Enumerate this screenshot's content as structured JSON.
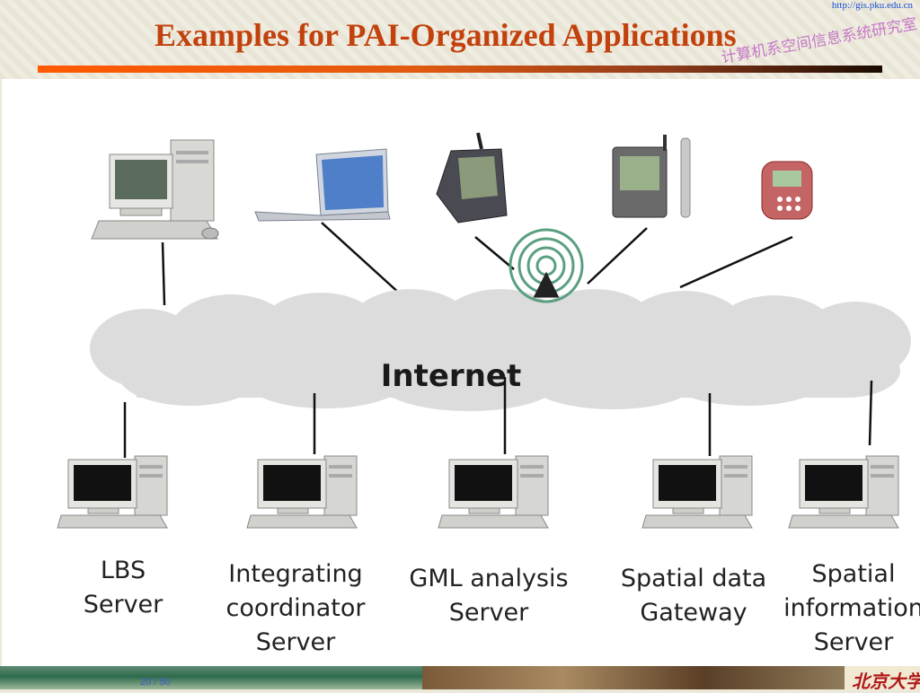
{
  "header": {
    "title": "Examples for PAI-Organized Applications",
    "url": "http://gis.pku.edu.cn",
    "lab_name": "计算机系空间信息系统研究室"
  },
  "diagram": {
    "cloud_label": "Internet",
    "clients": [
      {
        "icon": "desktop-computer-icon"
      },
      {
        "icon": "laptop-icon"
      },
      {
        "icon": "pda-icon"
      },
      {
        "icon": "smartphone-icon"
      },
      {
        "icon": "mobile-phone-icon"
      }
    ],
    "wireless_icon": "wireless-tower-icon",
    "servers": [
      {
        "icon": "server-computer-icon",
        "label_lines": [
          "LBS",
          "Server"
        ]
      },
      {
        "icon": "server-computer-icon",
        "label_lines": [
          "Integrating",
          "coordinator",
          "Server"
        ]
      },
      {
        "icon": "server-computer-icon",
        "label_lines": [
          "GML analysis",
          "Server"
        ]
      },
      {
        "icon": "server-computer-icon",
        "label_lines": [
          "Spatial data",
          "Gateway"
        ]
      },
      {
        "icon": "server-computer-icon",
        "label_lines": [
          "Spatial",
          "information",
          "Server"
        ]
      }
    ]
  },
  "footer": {
    "page_number": "20 / 50",
    "brand": "北京大学"
  }
}
